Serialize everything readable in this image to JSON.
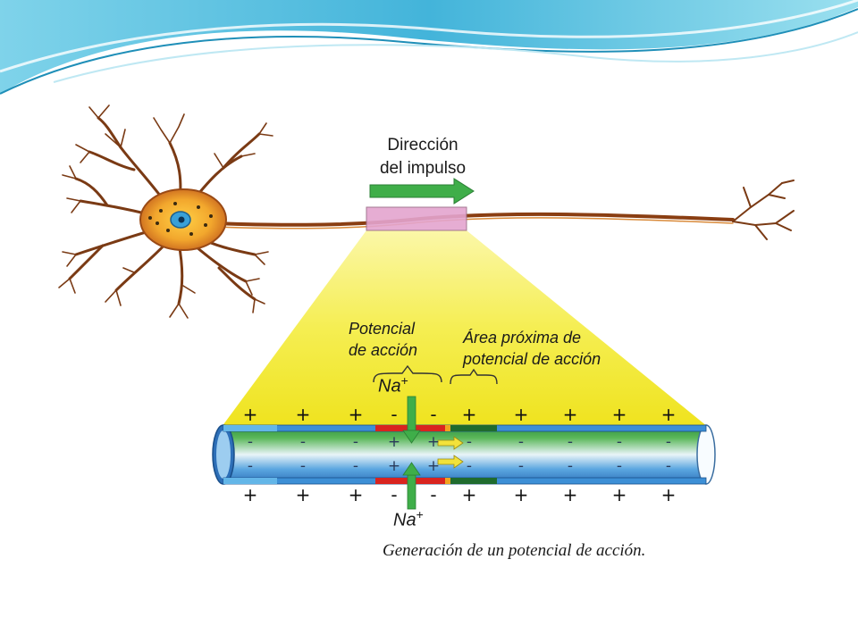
{
  "direction_label": {
    "line1": "Dirección",
    "line2": "del impulso"
  },
  "action_potential_label": {
    "line1": "Potencial",
    "line2": "de acción"
  },
  "next_area_label": {
    "line1": "Área próxima de",
    "line2": "potencial de acción"
  },
  "sodium_ion": {
    "symbol": "Na",
    "charge": "+"
  },
  "caption": "Generación de un potencial de acción.",
  "signs": {
    "outer_top": [
      "+",
      "+",
      "+",
      "-",
      "-",
      "+",
      "+",
      "+",
      "+",
      "+"
    ],
    "inner_top": [
      "-",
      "-",
      "-",
      "+",
      "+",
      "-",
      "-",
      "-",
      "-",
      "-"
    ],
    "inner_bottom": [
      "-",
      "-",
      "-",
      "+",
      "+",
      "-",
      "-",
      "-",
      "-",
      "-"
    ],
    "outer_bottom": [
      "+",
      "+",
      "+",
      "-",
      "-",
      "+",
      "+",
      "+",
      "+",
      "+"
    ]
  },
  "colors": {
    "header_wave": "#5bc2e0",
    "beam_yellow": "#f4ec3a",
    "axon_green": "#2e9e4a",
    "axon_blue": "#3d8fd6",
    "depolarized_red": "#d9241f",
    "next_area_dark_green": "#1f6b2e",
    "arrow_green": "#3fae49",
    "neuron_orange": "#c8651e"
  },
  "icons": {
    "direction_arrow": "arrow-right-icon",
    "na_arrow": "arrow-down-icon",
    "current_arrow": "arrow-right-icon"
  }
}
